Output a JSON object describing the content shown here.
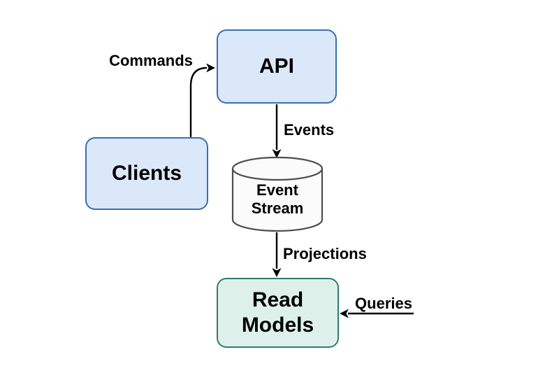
{
  "nodes": {
    "api": {
      "label": "API",
      "fill": "#dbe8fa",
      "border": "#3a70ad"
    },
    "clients": {
      "label": "Clients",
      "fill": "#dbe8fa",
      "border": "#3a70ad"
    },
    "event_stream": {
      "label_line1": "Event",
      "label_line2": "Stream",
      "fill": "#fbfbfb",
      "border": "#4d4d4d"
    },
    "read_models": {
      "label_line1": "Read",
      "label_line2": "Models",
      "fill": "#ddf1ea",
      "border": "#2e7d6e"
    }
  },
  "edges": {
    "commands": {
      "label": "Commands",
      "from": "clients",
      "to": "api"
    },
    "events": {
      "label": "Events",
      "from": "api",
      "to": "event_stream"
    },
    "projections": {
      "label": "Projections",
      "from": "event_stream",
      "to": "read_models"
    },
    "queries": {
      "label": "Queries",
      "from": "external-right",
      "to": "read_models"
    }
  },
  "colors": {
    "arrow": "#000000",
    "text": "#000000",
    "background": "#ffffff"
  }
}
